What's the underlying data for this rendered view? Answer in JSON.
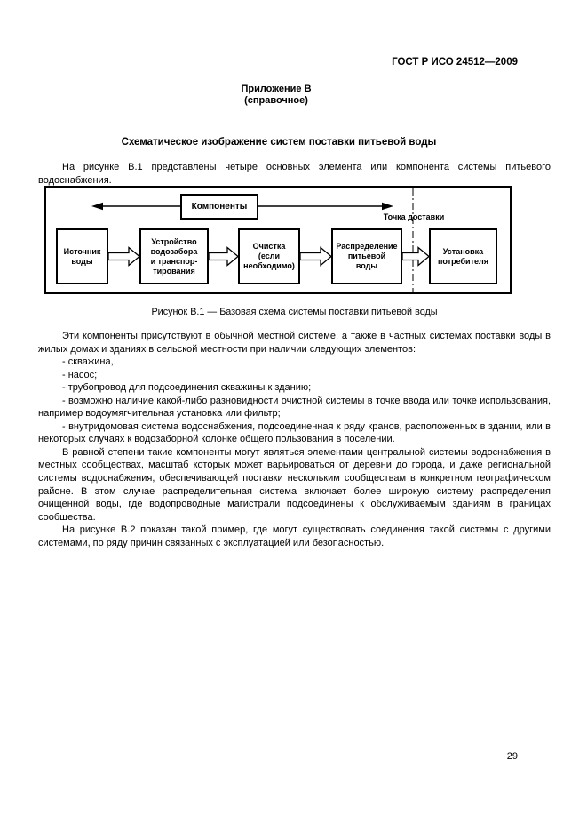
{
  "page": {
    "doc_code": "ГОСТ Р ИСО 24512—2009",
    "page_number": "29"
  },
  "annex": {
    "title": "Приложение В",
    "type": "(справочное)"
  },
  "section_title": "Схематическое изображение систем поставки питьевой воды",
  "intro": "На рисунке В.1 представлены четыре основных элемента или компонента системы питьевого водоснабжения.",
  "figure": {
    "components_label": "Компоненты",
    "delivery_point_label": "Точка доставки",
    "boxes": [
      "Источник\nводы",
      "Устройство\nводозабора\nи транспор-\nтирования",
      "Очистка\n(если\nнеобходимо)",
      "Распределение\nпитьевой\nводы",
      "Установка\nпотребителя"
    ],
    "caption": "Рисунок В.1 — Базовая схема системы поставки питьевой воды"
  },
  "paragraphs": [
    "Эти компоненты присутствуют в обычной местной системе, а также в частных системах поставки воды в жилых домах и зданиях в сельской местности при наличии следующих элементов:",
    "- скважина,",
    "- насос;",
    "- трубопровод для подсоединения скважины к зданию;",
    "- возможно наличие какой-либо разновидности очистной системы в точке ввода или точке использования, например водоумягчительная установка или фильтр;",
    "- внутридомовая система водоснабжения, подсоединенная к ряду кранов, расположенных в здании, или в некоторых случаях к водозаборной колонке общего пользования в поселении.",
    "В равной степени такие компоненты могут являться элементами центральной системы водоснабжения в местных сообществах, масштаб которых может варьироваться от деревни до города, и даже региональной системы водоснабжения, обеспечивающей поставки нескольким сообществам в конкретном географическом районе. В этом случае распределительная система включает более широкую систему распределения очищенной воды, где водопроводные магистрали подсоединены к обслуживаемым зданиям в границах сообщества.",
    "На рисунке В.2 показан такой пример, где могут существовать соединения такой системы с другими системами, по ряду причин связанных с эксплуатацией или безопасностью."
  ]
}
